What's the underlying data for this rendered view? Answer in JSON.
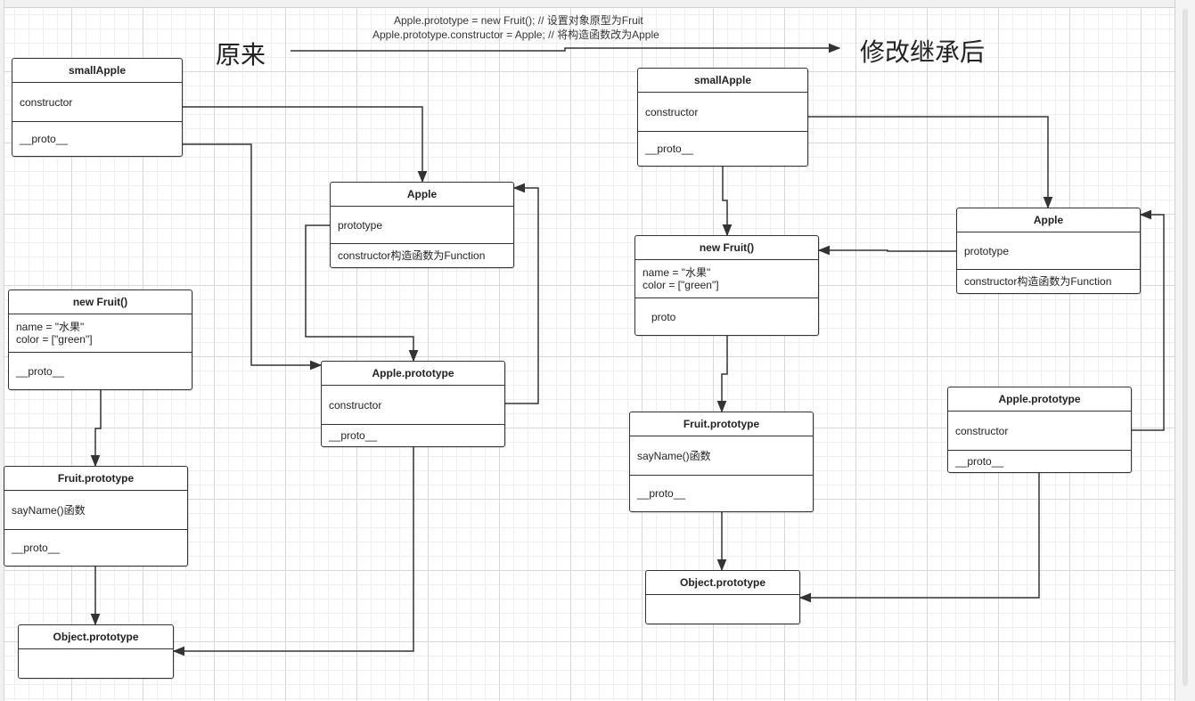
{
  "header": {
    "code_line_1": "Apple.prototype = new Fruit();  // 设置对象原型为Fruit",
    "code_line_2": "Apple.prototype.constructor = Apple;  // 将构造函数改为Apple",
    "left_title": "原来",
    "right_title": "修改继承后"
  },
  "left": {
    "small_apple": {
      "title": "smallApple",
      "constructor": "constructor",
      "proto": "__proto__"
    },
    "apple": {
      "title": "Apple",
      "prototype": "prototype",
      "constructor": "constructor构造函数为Function"
    },
    "new_fruit": {
      "title": "new Fruit()",
      "name": "name = \"水果\"",
      "color": "color = [\"green\"]",
      "proto": "__proto__"
    },
    "apple_prototype": {
      "title": "Apple.prototype",
      "constructor": "constructor",
      "proto": "__proto__"
    },
    "fruit_prototype": {
      "title": "Fruit.prototype",
      "say_name": "sayName()函数",
      "proto": "__proto__"
    },
    "object_prototype": {
      "title": "Object.prototype"
    }
  },
  "right": {
    "small_apple": {
      "title": "smallApple",
      "constructor": "constructor",
      "proto": "__proto__"
    },
    "new_fruit": {
      "title": "new Fruit()",
      "name": "name = \"水果\"",
      "color": "color = [\"green\"]",
      "proto": "proto"
    },
    "apple": {
      "title": "Apple",
      "prototype": "prototype",
      "constructor": "constructor构造函数为Function"
    },
    "fruit_prototype": {
      "title": "Fruit.prototype",
      "say_name": "sayName()函数",
      "proto": "__proto__"
    },
    "apple_prototype": {
      "title": "Apple.prototype",
      "constructor": "constructor",
      "proto": "__proto__"
    },
    "object_prototype": {
      "title": "Object.prototype"
    }
  },
  "colors": {
    "line": "#333333",
    "grid_major": "#d8d8d8",
    "grid_minor": "#efefef",
    "box_border": "#333333"
  }
}
